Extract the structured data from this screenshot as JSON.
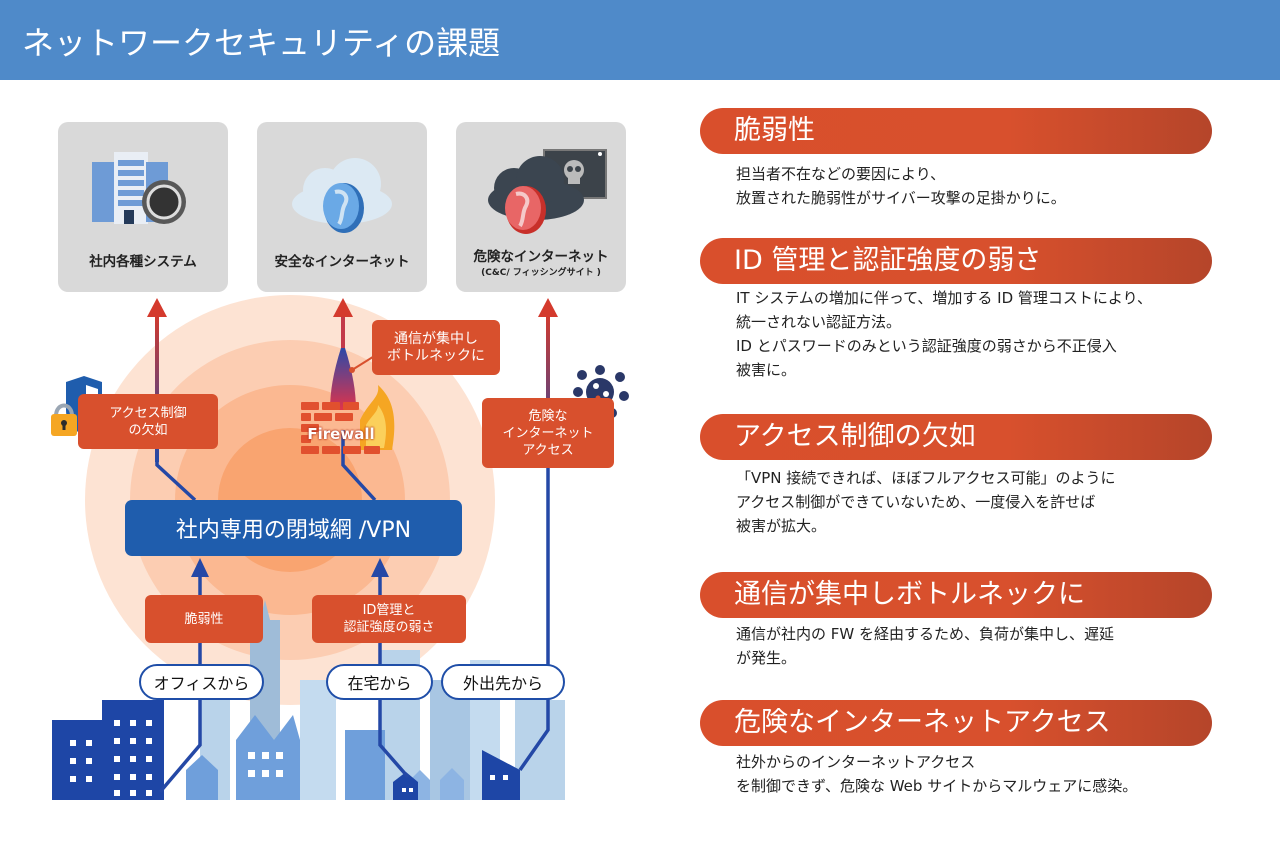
{
  "header": {
    "title": "ネットワークセキュリティの課題"
  },
  "diagram": {
    "destinations": [
      {
        "label": "社内各種システム",
        "icon": "building-gear-icon"
      },
      {
        "label": "安全なインターネット",
        "icon": "cloud-globe-icon"
      },
      {
        "label": "危険なインターネット",
        "sublabel": "(C&C/ フィッシングサイト )",
        "icon": "danger-cloud-skull-icon"
      }
    ],
    "tags": {
      "access_control": [
        "アクセス制御",
        "の欠如"
      ],
      "bottleneck": [
        "通信が集中し",
        "ボトルネックに"
      ],
      "dangerous_access": [
        "危険な",
        "インターネット",
        "アクセス"
      ],
      "vulnerability": [
        "脆弱性"
      ],
      "id_auth": [
        "ID管理と",
        "認証強度の弱さ"
      ]
    },
    "firewall_label": "Firewall",
    "vpn_label": "社内専用の閉域網 /VPN",
    "origins": [
      "オフィスから",
      "在宅から",
      "外出先から"
    ],
    "colors": {
      "tag": "#d8502d",
      "vpn": "#1f5dad",
      "line": "#2448a6",
      "arrow_top": "#d2402f",
      "glow": "#f7a26a"
    }
  },
  "issues": [
    {
      "title": "脆弱性",
      "body": [
        "担当者不在などの要因により、",
        "放置された脆弱性がサイバー攻撃の足掛かりに。"
      ]
    },
    {
      "title": "ID 管理と認証強度の弱さ",
      "body": [
        "IT システムの増加に伴って、増加する ID 管理コストにより、",
        "統一されない認証方法。",
        "ID とパスワードのみという認証強度の弱さから不正侵入",
        "被害に。"
      ]
    },
    {
      "title": "アクセス制御の欠如",
      "body": [
        "「VPN 接続できれば、ほぼフルアクセス可能」のように",
        "アクセス制御ができていないため、一度侵入を許せば",
        "被害が拡大。"
      ]
    },
    {
      "title": "通信が集中しボトルネックに",
      "body": [
        "通信が社内の FW を経由するため、負荷が集中し、遅延",
        "が発生。"
      ]
    },
    {
      "title": "危険なインターネットアクセス",
      "body": [
        "社外からのインターネットアクセス",
        "を制御できず、危険な Web サイトからマルウェアに感染。"
      ]
    }
  ]
}
